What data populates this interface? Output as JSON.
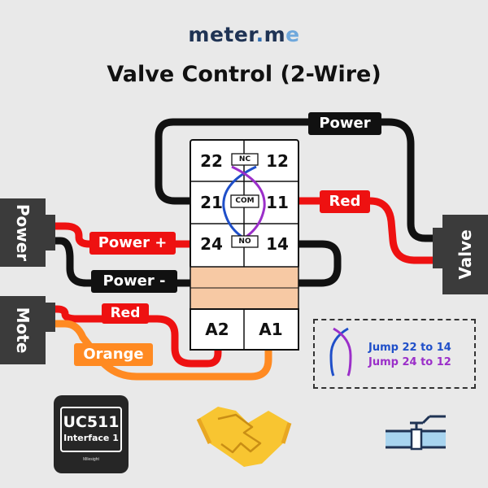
{
  "logo": {
    "prefix": "meter",
    "dot": ".",
    "suffix": "m",
    "suffix_e": "e"
  },
  "title": "Valve Control (2-Wire)",
  "relay": {
    "terminals": {
      "t22": "22",
      "t12": "12",
      "t21": "21",
      "t11": "11",
      "t24": "24",
      "t14": "14",
      "a2": "A2",
      "a1": "A1"
    },
    "tags": {
      "nc": "NC",
      "com": "COM",
      "no": "NO"
    }
  },
  "wires": {
    "power_top": "Power",
    "red_valve": "Red",
    "power_plus": "Power +",
    "power_minus": "Power -",
    "red_mote": "Red",
    "orange_mote": "Orange"
  },
  "connectors": {
    "power": "Power",
    "mote": "Mote",
    "valve": "Valve"
  },
  "legend": {
    "line1": "Jump 22 to 14",
    "line2": "Jump 24 to 12"
  },
  "device": {
    "model": "UC511",
    "sub": "Interface 1",
    "brand": "Milesight"
  },
  "colors": {
    "black_wire": "#111111",
    "red_wire": "#ee1111",
    "orange_wire": "#ff8a22",
    "jump_blue": "#1f4fc9",
    "jump_purple": "#9b2fc9",
    "relay_band": "#f7c9a4"
  }
}
